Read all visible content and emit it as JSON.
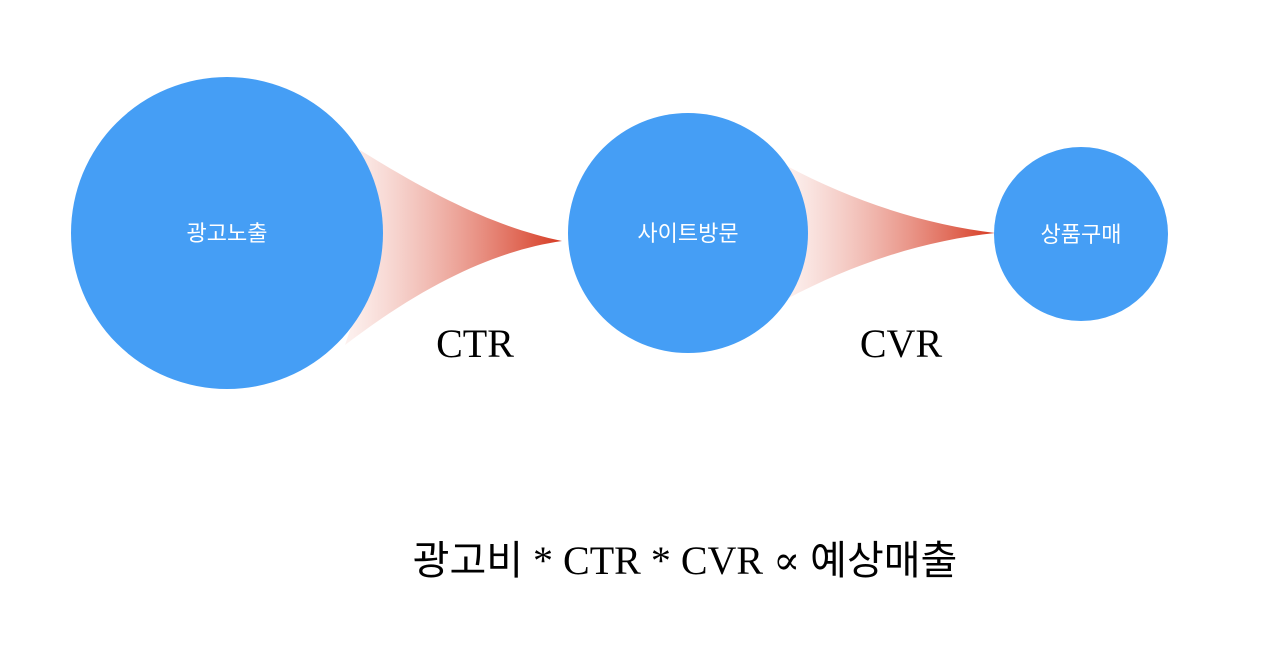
{
  "nodes": [
    {
      "label": "광고노출"
    },
    {
      "label": "사이트방문"
    },
    {
      "label": "상품구매"
    }
  ],
  "rates": [
    {
      "label": "CTR"
    },
    {
      "label": "CVR"
    }
  ],
  "formula": "광고비 * CTR * CVR ∝ 예상매출",
  "colors": {
    "node": "#459ef5",
    "funnel_start": "#f7dcd8",
    "funnel_end": "#d63a22",
    "text": "#000000"
  }
}
